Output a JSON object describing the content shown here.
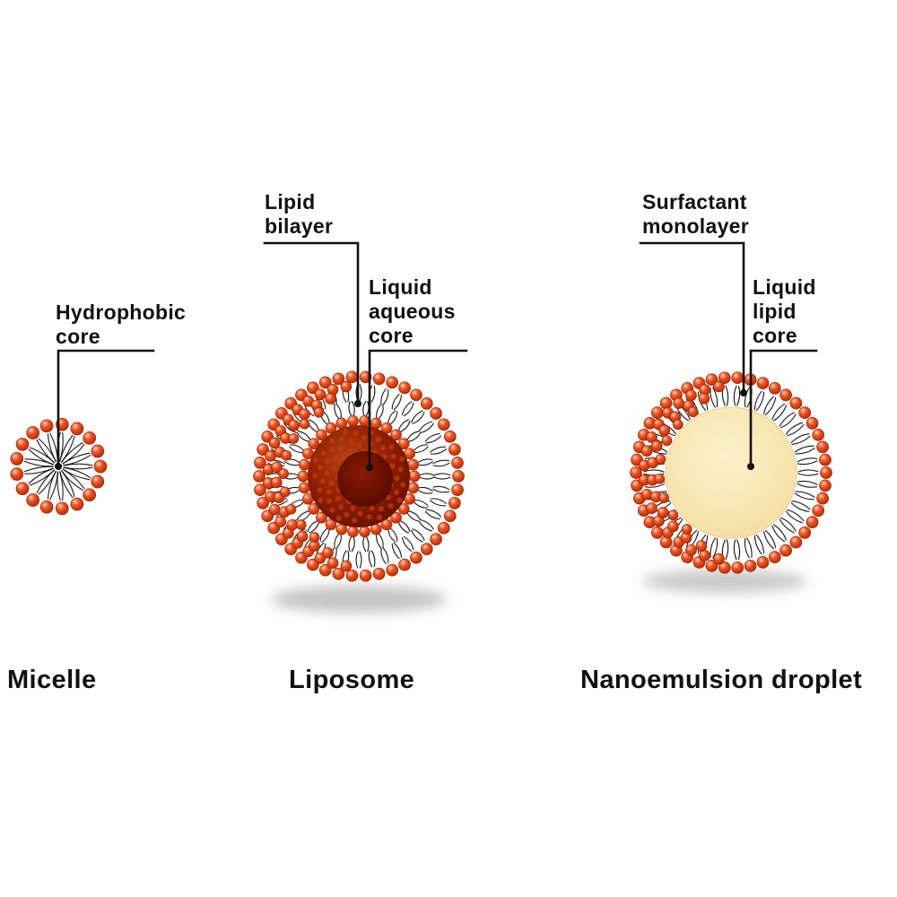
{
  "diagram": {
    "background": "#ffffff",
    "panels": [
      {
        "id": "micelle",
        "title": "Micelle",
        "callouts": [
          {
            "id": "hydrophobic_core",
            "lines": [
              "Hydrophobic",
              "core"
            ]
          }
        ]
      },
      {
        "id": "liposome",
        "title": "Liposome",
        "callouts": [
          {
            "id": "lipid_bilayer",
            "lines": [
              "Lipid",
              "bilayer"
            ]
          },
          {
            "id": "liquid_aqueous_core",
            "lines": [
              "Liquid",
              "aqueous",
              "core"
            ]
          }
        ]
      },
      {
        "id": "nanoemulsion",
        "title": "Nanoemulsion droplet",
        "callouts": [
          {
            "id": "surfactant_monolayer",
            "lines": [
              "Surfactant",
              "monolayer"
            ]
          },
          {
            "id": "liquid_lipid_core",
            "lines": [
              "Liquid",
              "lipid",
              "core"
            ]
          }
        ]
      }
    ],
    "colors": {
      "lipid_head": "#ee5526",
      "lipid_head_dark": "#b02b05",
      "lipid_head_highlight": "#ffd3b8",
      "tail": "#191919",
      "bilayer_background": "#ffffff",
      "aqueous_core": "#8f1d02",
      "aqueous_core_hole": "#4a0800",
      "lipid_core": "#f3dd9d",
      "shadow": "#8a8a8a",
      "connector": "#111111",
      "text": "#111111"
    }
  }
}
